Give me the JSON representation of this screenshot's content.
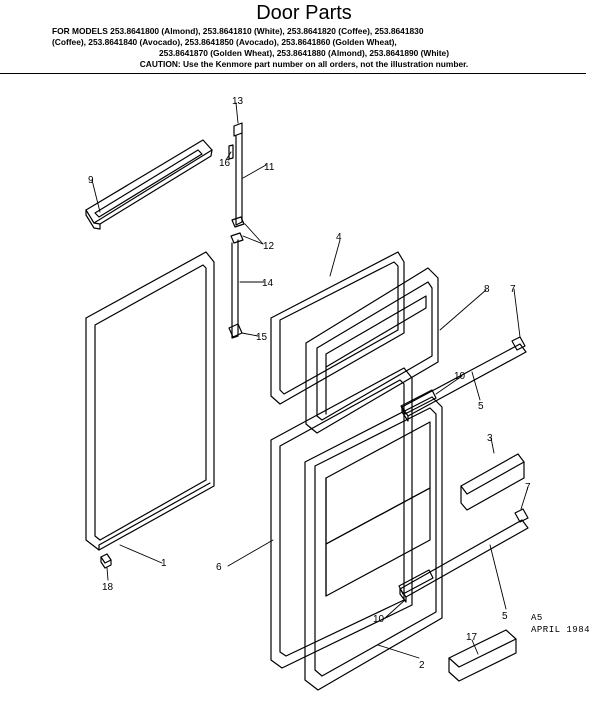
{
  "header": {
    "title": "Door Parts",
    "models_line_1": "FOR MODELS 253.8641800 (Almond), 253.8641810 (White), 253.8641820 (Coffee), 253.8641830",
    "models_line_2": "(Coffee), 253.8641840 (Avocado), 253.8641850 (Avocado), 253.8641860 (Golden Wheat),",
    "models_line_3": "253.8641870 (Golden Wheat), 253.8641880 (Almond), 253.8641890 (White)",
    "caution": "CAUTION: Use the Kenmore part number on all orders, not the illustration number."
  },
  "callouts": {
    "p1": "1",
    "p2": "2",
    "p3": "3",
    "p4": "4",
    "p5a": "5",
    "p5b": "5",
    "p6": "6",
    "p7a": "7",
    "p7b": "7",
    "p8": "8",
    "p9": "9",
    "p10a": "10",
    "p10b": "10",
    "p11": "11",
    "p12": "12",
    "p13": "13",
    "p14": "14",
    "p15": "15",
    "p16": "16",
    "p17": "17",
    "p18": "18"
  },
  "stamp": {
    "code": "A5",
    "date": "APRIL 1984"
  }
}
